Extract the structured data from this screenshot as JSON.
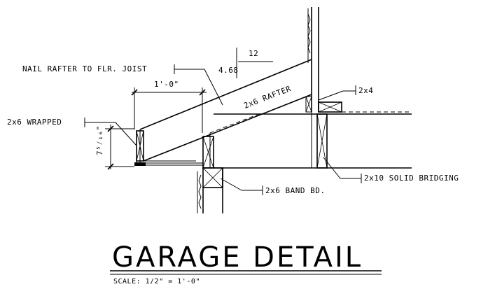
{
  "labels": {
    "nail_rafter": "NAIL RAFTER TO FLR. JOIST",
    "rafter": "2x6 RAFTER",
    "slope_rise": "4.68",
    "slope_run": "12",
    "overhang_dim": "1'-0\"",
    "wrapped": "2x6 WRAPPED",
    "fascia_dim": "7⁵⁄₁₆\"",
    "stud_2x4": "2x4",
    "bridging": "2x10 SOLID BRIDGING",
    "band": "2x6 BAND BD."
  },
  "title": "GARAGE DETAIL",
  "scale": "SCALE: 1/2\" = 1'-0\""
}
